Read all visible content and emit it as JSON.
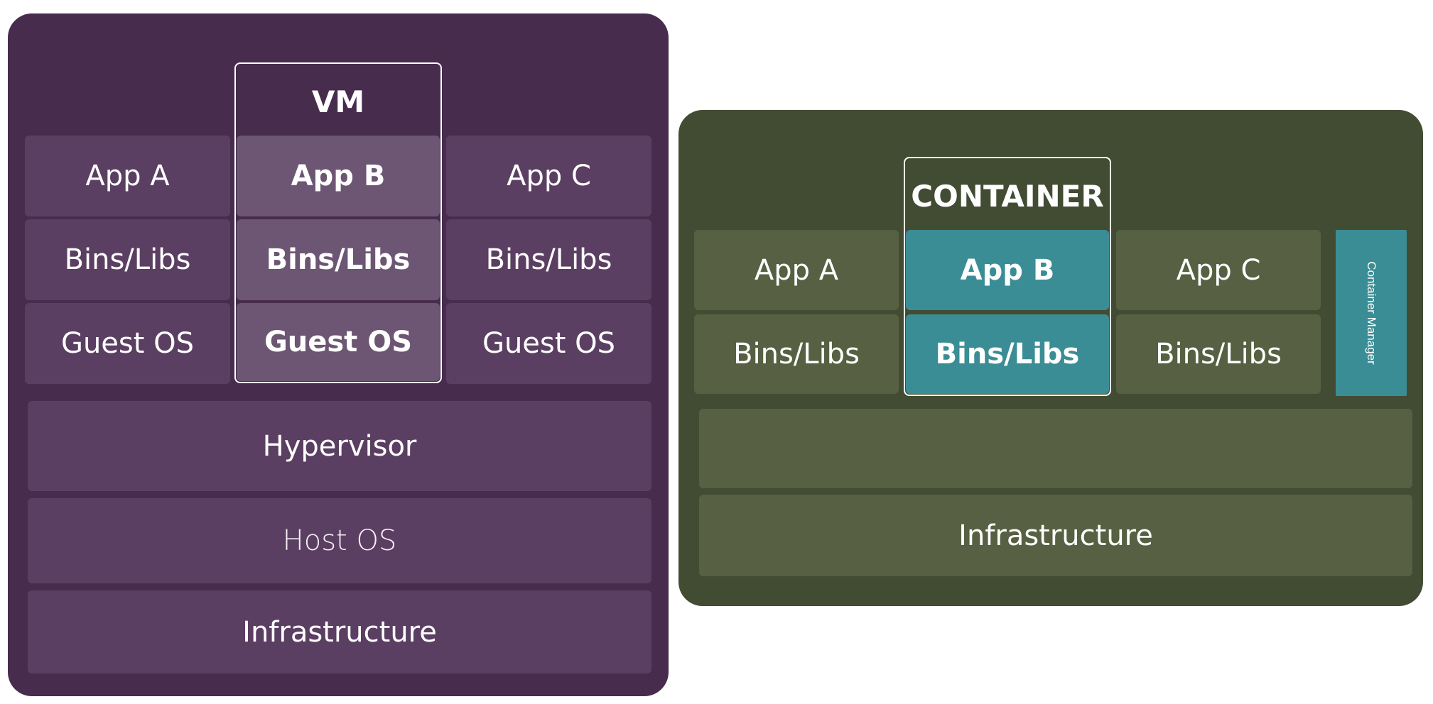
{
  "vm": {
    "title": "VM",
    "rows": [
      [
        "App A",
        "App B",
        "App C"
      ],
      [
        "Bins/Libs",
        "Bins/Libs",
        "Bins/Libs"
      ],
      [
        "Guest OS",
        "Guest OS",
        "Guest OS"
      ]
    ],
    "hypervisor": "Hypervisor",
    "host_os": "Host OS",
    "infrastructure": "Infrastructure"
  },
  "container": {
    "title": "CONTAINER",
    "rows": [
      [
        "App A",
        "App B",
        "App C"
      ],
      [
        "Bins/Libs",
        "Bins/Libs",
        "Bins/Libs"
      ]
    ],
    "manager": "Container Manager",
    "infrastructure": "Infrastructure"
  },
  "colors": {
    "vm_background": "#472c4e",
    "vm_cell": "#5b3f62",
    "vm_highlight": "#6c5674",
    "container_background": "#424c33",
    "container_cell": "#576042",
    "container_highlight": "#3b8d95",
    "outline": "#ffffff"
  }
}
